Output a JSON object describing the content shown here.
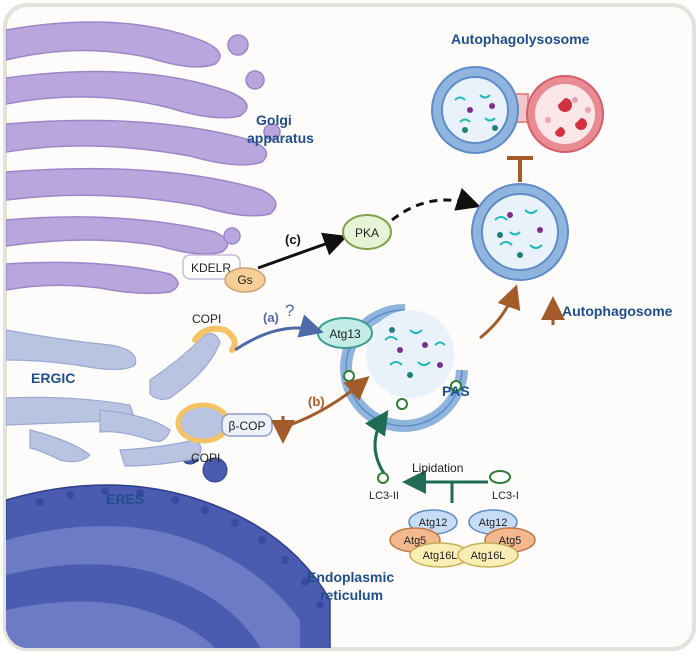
{
  "organelles": {
    "golgi": [
      "Golgi",
      "apparatus"
    ],
    "ergic": "ERGIC",
    "eres": "ERES",
    "er": [
      "Endoplasmic",
      "reticulum"
    ],
    "autophagolysosome": "Autophagolysosome",
    "autophagosome": "Autophagosome",
    "pas": "PAS"
  },
  "proteins": {
    "kdelr": "KDELR",
    "gs": "Gs",
    "pka": "PKA",
    "atg13": "Atg13",
    "copi_top": "COPI",
    "copi_bottom": "COPI",
    "beta_cop": "β-COP",
    "lc3_ii": "LC3-II",
    "lc3_i": "LC3-I",
    "atg12_a": "Atg12",
    "atg12_b": "Atg12",
    "atg5_a": "Atg5",
    "atg5_b": "Atg5",
    "atg16l_a": "Atg16L",
    "atg16l_b": "Atg16L"
  },
  "pathways": {
    "a": "(a)",
    "a_question": "?",
    "b": "(b)",
    "c": "(c)",
    "lipidation": "Lipidation"
  },
  "colors": {
    "golgi": "#b9a6dc",
    "er": "#4a5bb0",
    "ergic": "#b8c4e2",
    "vesicle_outer": "#8fb4de",
    "lysosome": "#e98b93",
    "copi": "#f3c364",
    "pathway_a": "#4f6aa8",
    "pathway_b": "#a45b2a",
    "lipidation": "#1f6b56",
    "title_blue": "#1f4e8c"
  }
}
